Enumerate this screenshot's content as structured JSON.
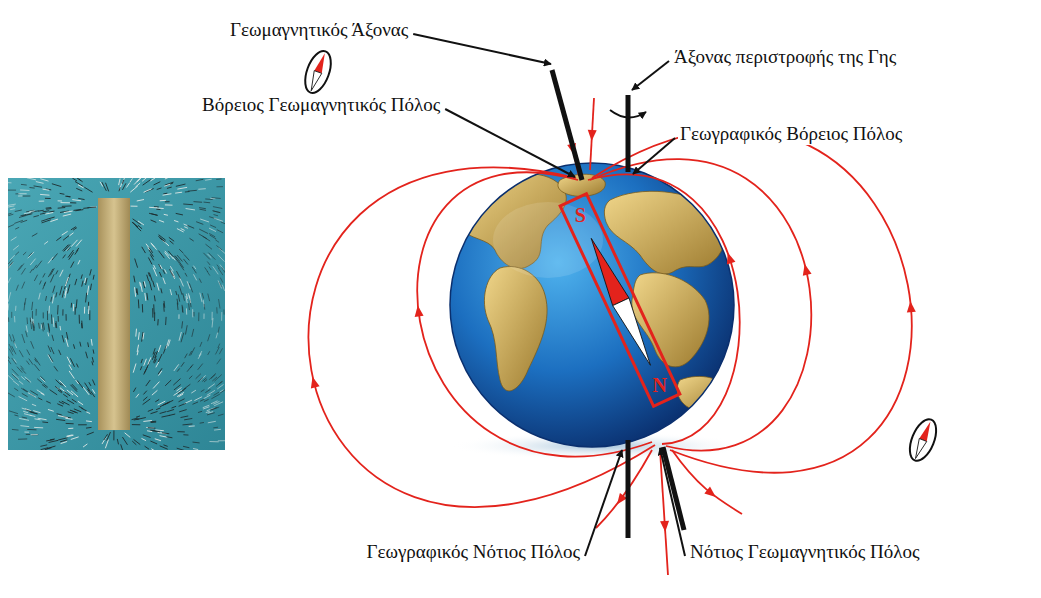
{
  "diagram": {
    "nodes": [
      {
        "text": [
          "S",
          "N"
        ]
      }
    ],
    "labels": [
      "Γεωμαγνητικός Άξονας",
      "Άξονας περιστροφής της Γης",
      "Βόρειος Γεωμαγνητικός Πόλος",
      "Γεωγραφικός Βόρειος Πόλος",
      "Γεωγραφικός Νότιος Πόλος",
      "Νότιος Γεωμαγνητικός Πόλος"
    ]
  }
}
